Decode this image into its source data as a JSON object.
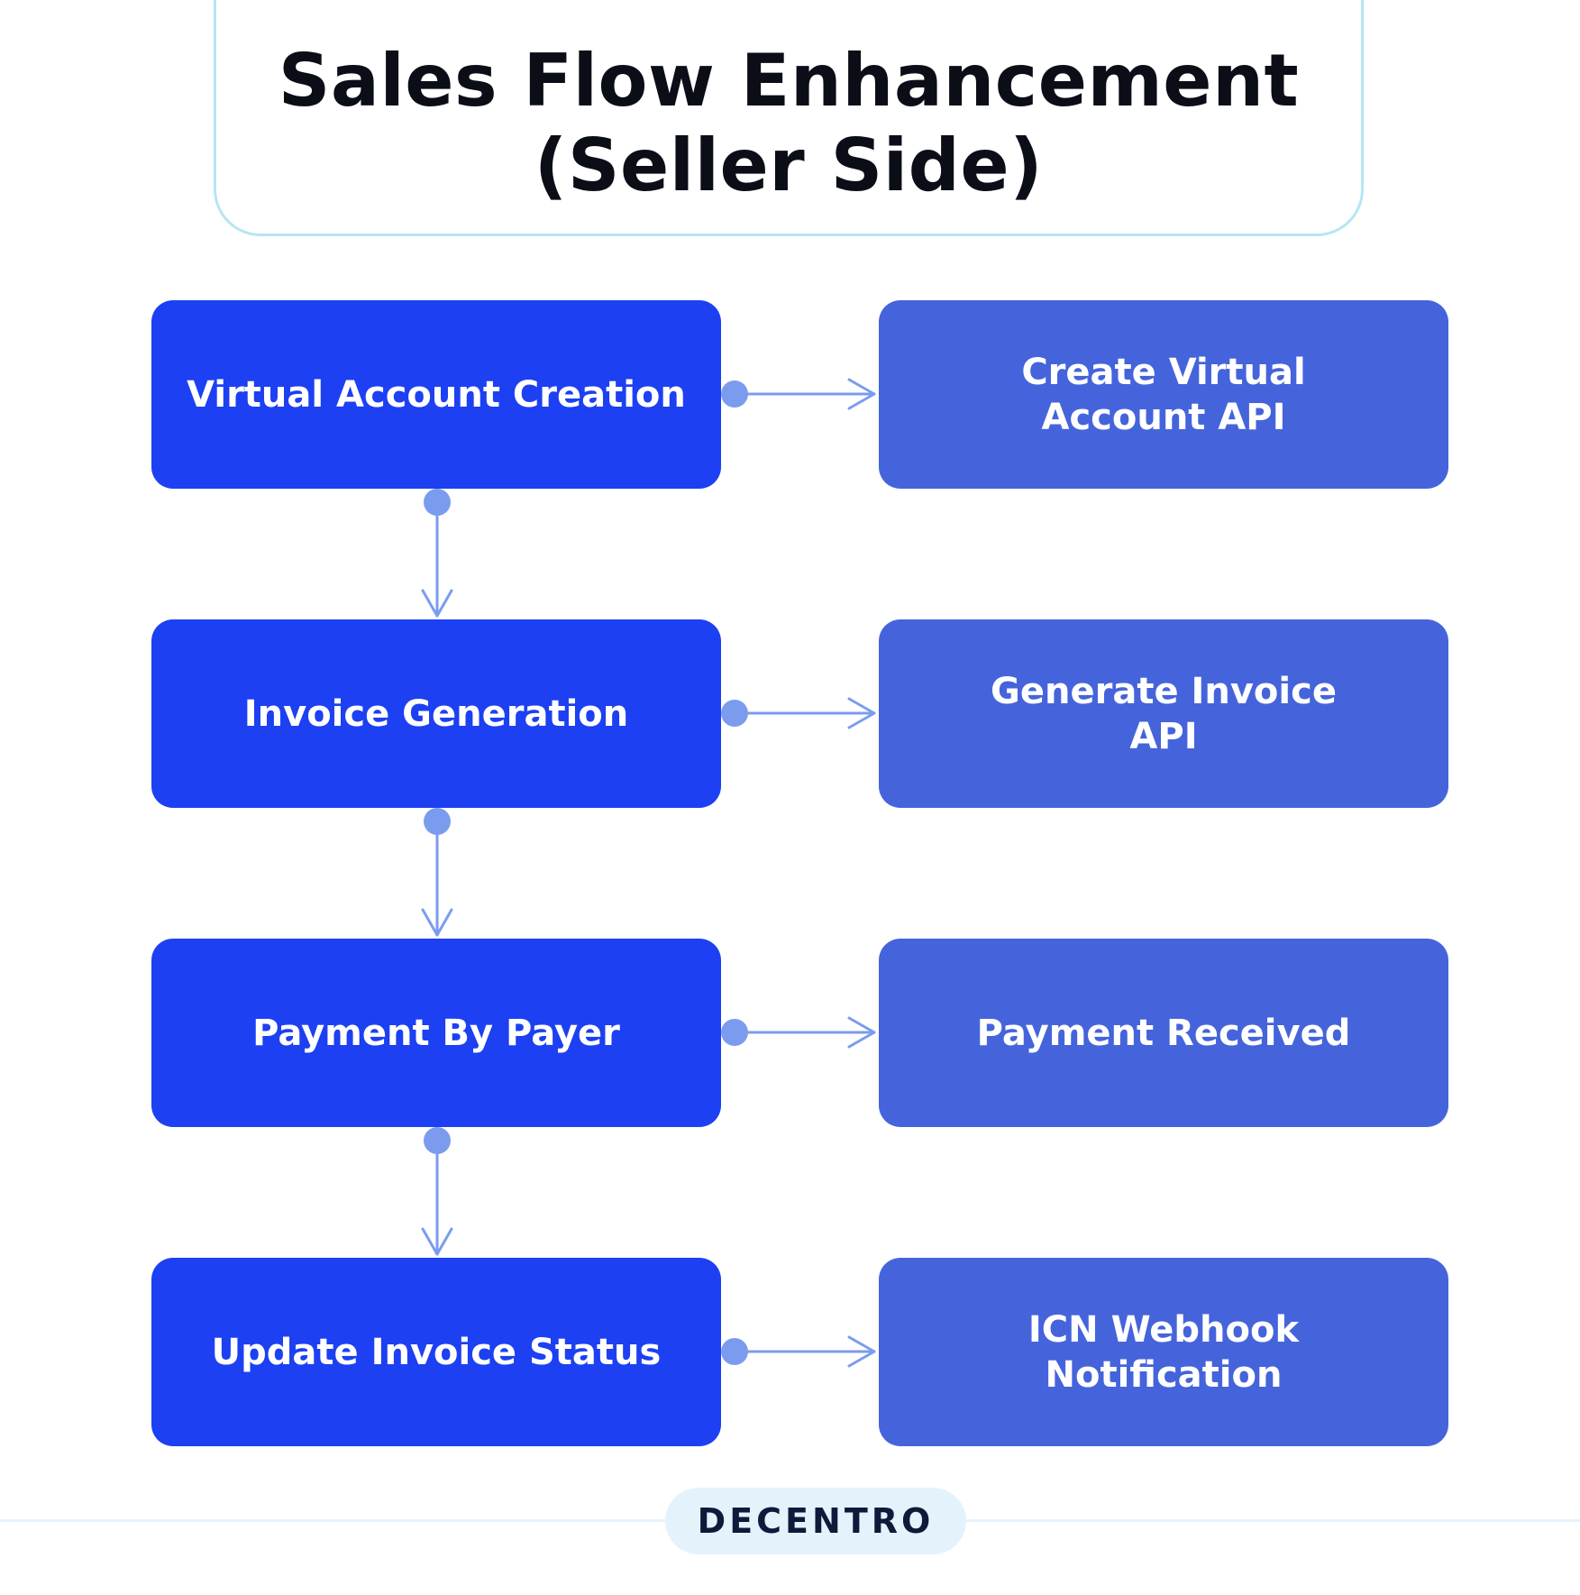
{
  "title": {
    "line1": "Sales Flow Enhancement",
    "line2": "(Seller Side)"
  },
  "steps": [
    {
      "label": "Virtual Account Creation",
      "api_line1": "Create Virtual",
      "api_line2": "Account API"
    },
    {
      "label": "Invoice Generation",
      "api_line1": "Generate Invoice",
      "api_line2": "API"
    },
    {
      "label": "Payment By Payer",
      "api_line1": "Payment Received",
      "api_line2": ""
    },
    {
      "label": "Update Invoice Status",
      "api_line1": "ICN Webhook",
      "api_line2": "Notification"
    }
  ],
  "logo": {
    "text": "DECENTRO"
  },
  "colors": {
    "step_box": "#1c40f2",
    "api_box": "#4564db",
    "connector": "#7b9cee",
    "title_border": "#b5e6f3"
  }
}
